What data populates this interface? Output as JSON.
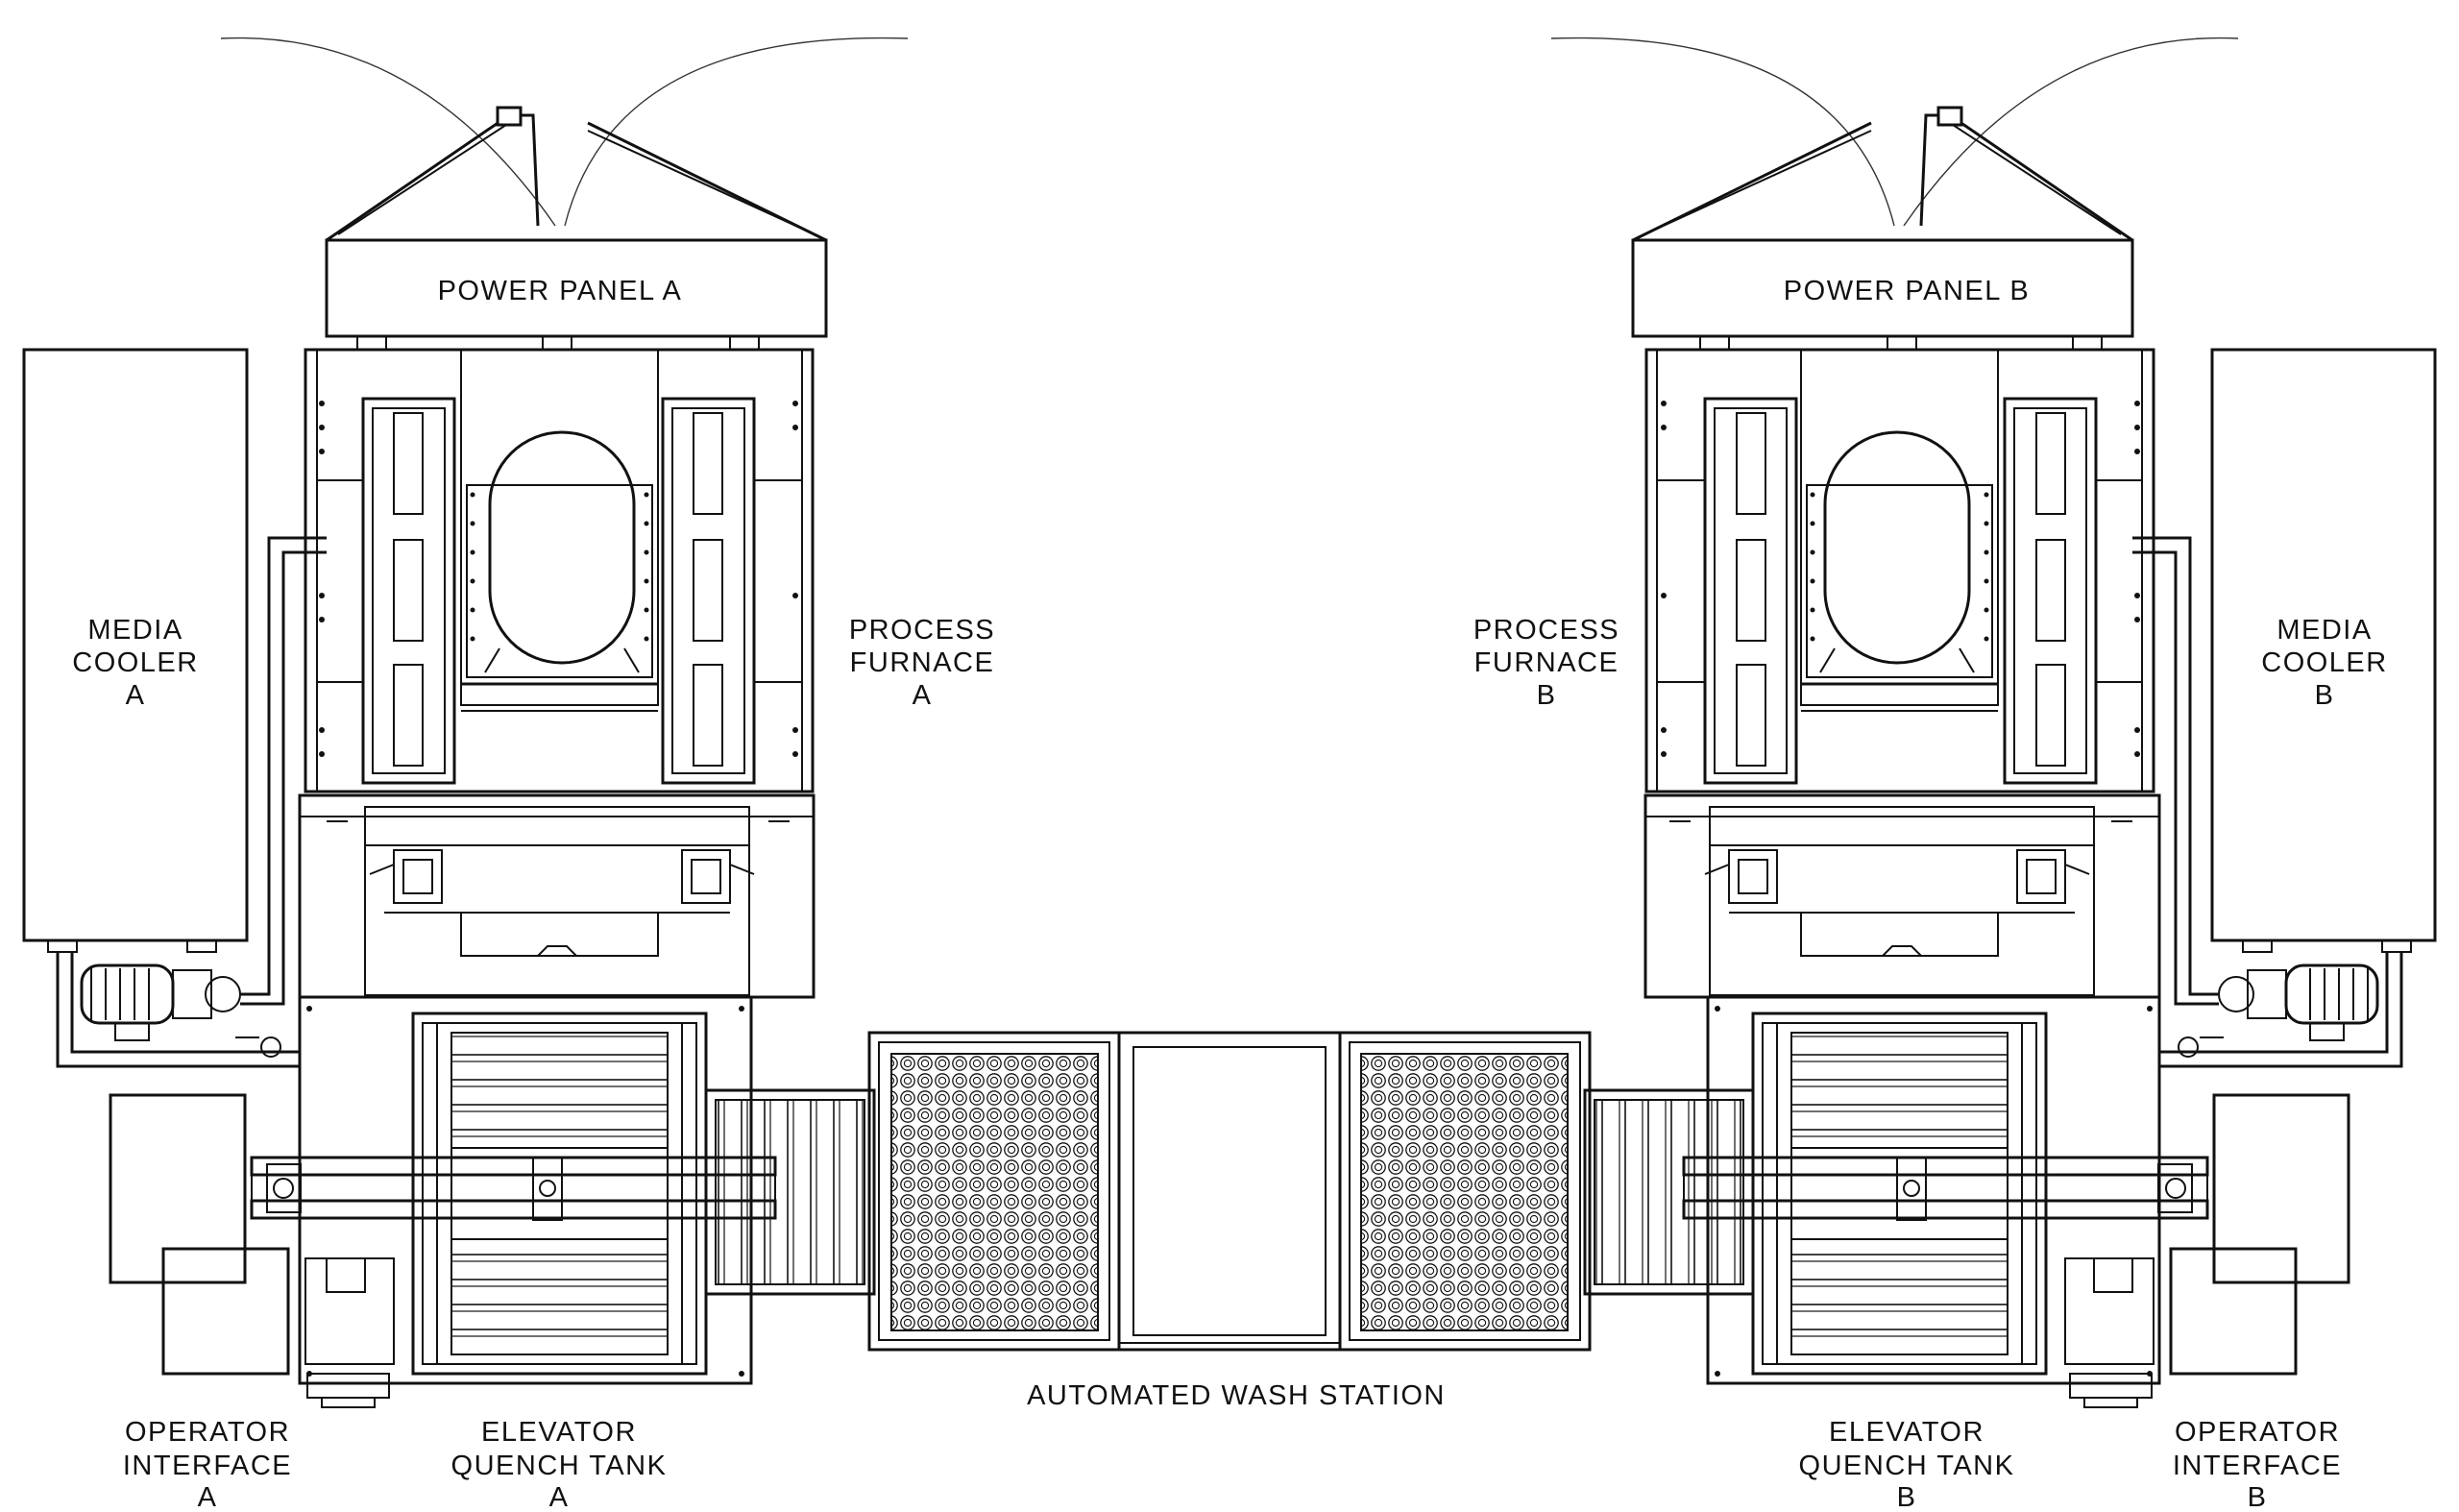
{
  "labels": {
    "power_panel_a": "POWER PANEL A",
    "power_panel_b": "POWER PANEL B",
    "media_cooler_a": [
      "MEDIA",
      "COOLER",
      "A"
    ],
    "media_cooler_b": [
      "MEDIA",
      "COOLER",
      "B"
    ],
    "process_furnace_a": [
      "PROCESS",
      "FURNACE",
      "A"
    ],
    "process_furnace_b": [
      "PROCESS",
      "FURNACE",
      "B"
    ],
    "wash_station": "AUTOMATED WASH STATION",
    "operator_interface_a": [
      "OPERATOR",
      "INTERFACE",
      "A"
    ],
    "operator_interface_b": [
      "OPERATOR",
      "INTERFACE",
      "B"
    ],
    "quench_tank_a": [
      "ELEVATOR",
      "QUENCH TANK",
      "A"
    ],
    "quench_tank_b": [
      "ELEVATOR",
      "QUENCH TANK",
      "B"
    ]
  }
}
